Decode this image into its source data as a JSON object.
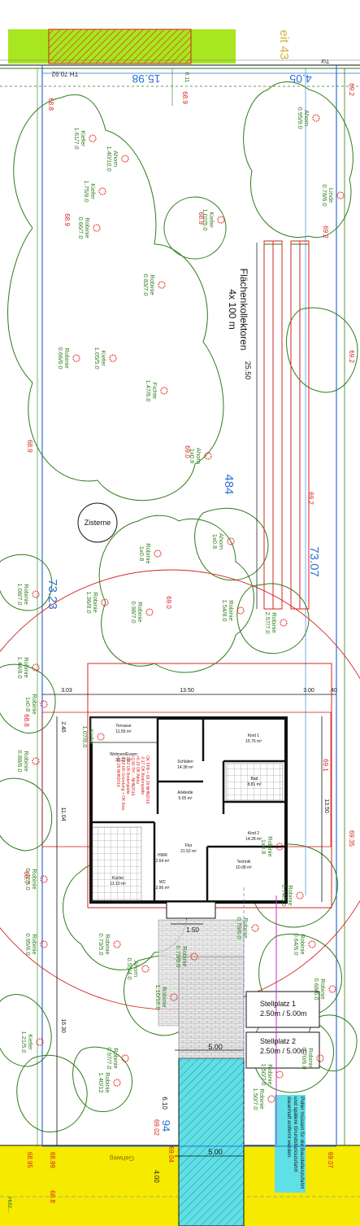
{
  "plan": {
    "top_labels": {
      "tm_label": "TH 70.92",
      "dist_left": "15.98",
      "dist_right": "4.05",
      "corner_text": "eit 43",
      "corner_num": "0.11",
      "top_mark": "Tür"
    },
    "collector": {
      "title": "Flächenkollektoren",
      "subtitle": "4x 100 m",
      "dim": "25.50"
    },
    "dims": {
      "d484": "484",
      "d7307": "73.07",
      "d7323": "73.23",
      "d303": "3.03",
      "d1350_top": "13.50",
      "d300": "3.00",
      "d40": ".40",
      "d246": "2.46",
      "d1104": "11.04",
      "d1350_side": "13.50",
      "d150": "1.50",
      "d1630": "16.30",
      "d500_a": "5.00",
      "d500_b": "5.00",
      "d610": "6.10",
      "d400": "4.00",
      "d6935": "69.35",
      "d6904": "69.04"
    },
    "levels": [
      "69.2",
      "68.8",
      "68.9",
      "69.0",
      "68.9",
      "68.9",
      "68.9",
      "69.2",
      "69.2",
      "69.1",
      "69.2",
      "68.7",
      "68.8",
      "69.0",
      "68.95",
      "68.99",
      "69.07",
      "68.8",
      "69.02"
    ],
    "cistern": "Zisterne",
    "trees": [
      {
        "name": "Ahorn",
        "spec": "0.95/9.0"
      },
      {
        "name": "Ahorn",
        "spec": "1.40/10.0"
      },
      {
        "name": "Kiefer",
        "spec": "1.61/7.0"
      },
      {
        "name": "Kiefer",
        "spec": "1.75/8.0"
      },
      {
        "name": "Kiefer",
        "spec": "1.02/5.0"
      },
      {
        "name": "Linde",
        "spec": "0.78/6.0"
      },
      {
        "name": "Robinie",
        "spec": "0.66/7.0"
      },
      {
        "name": "Robinie",
        "spec": "0.83/7.0"
      },
      {
        "name": "Robinie",
        "spec": "0.66/6.0"
      },
      {
        "name": "Kiefer",
        "spec": "1.05/5.0"
      },
      {
        "name": "Fichte",
        "spec": "1.47/6.0"
      },
      {
        "name": "Ahorn",
        "spec": "1x0.8"
      },
      {
        "name": "Robinie",
        "spec": "1x0.8"
      },
      {
        "name": "Ahorn",
        "spec": "1x0.8"
      },
      {
        "name": "Robinie",
        "spec": "1.08/7.0"
      },
      {
        "name": "Robinie",
        "spec": "1.36/8.0"
      },
      {
        "name": "Robinie",
        "spec": "0.98/7.0"
      },
      {
        "name": "Robinie",
        "spec": "1.54/8.0"
      },
      {
        "name": "Robinie",
        "spec": "2.57/7.0"
      },
      {
        "name": "Robinie",
        "spec": "1.44/8.0"
      },
      {
        "name": "Robinie",
        "spec": "1x0.8"
      },
      {
        "name": "Robinie",
        "spec": "0.88/6.0"
      },
      {
        "name": "Kiefer",
        "spec": "1.07/6.0"
      },
      {
        "name": "Robinie",
        "spec": "0.72/5.0"
      },
      {
        "name": "Robinie",
        "spec": "0.95/6.0"
      },
      {
        "name": "Robinie",
        "spec": "0.73/5.0"
      },
      {
        "name": "Ahorn",
        "spec": "0.55/4.0"
      },
      {
        "name": "Robinie",
        "spec": "1.10/10.0"
      },
      {
        "name": "Robinie",
        "spec": "0.78/5.0"
      },
      {
        "name": "Robinie",
        "spec": "0.64/6.0"
      },
      {
        "name": "Robinie",
        "spec": "0.74/5.0"
      },
      {
        "name": "Robinie",
        "spec": "0.68/6.0"
      },
      {
        "name": "Robinie",
        "spec": "1.40/12"
      },
      {
        "name": "Kiefer",
        "spec": "1.21/5.0"
      },
      {
        "name": "Robinie",
        "spec": "0.97/7.0"
      },
      {
        "name": "Robinie",
        "spec": "1x0.8"
      },
      {
        "name": "Robinie",
        "spec": "0.78/6.0"
      },
      {
        "name": "Robinie",
        "spec": "0.70/6.0"
      },
      {
        "name": "Robinie",
        "spec": "1.50/7.0"
      },
      {
        "name": "Robinie",
        "spec": "1.50/7.0"
      }
    ],
    "rooms": [
      {
        "name": "Terrasse",
        "area": "11.59 m²"
      },
      {
        "name": "Wohnen/Essen",
        "area": "30.22 m²"
      },
      {
        "name": "Schlafen",
        "area": "14.38 m²"
      },
      {
        "name": "Kind 1",
        "area": "15.76 m²"
      },
      {
        "name": "Bad",
        "area": "8.81 m²"
      },
      {
        "name": "Ankleide",
        "area": "5.05 m²"
      },
      {
        "name": "Flur",
        "area": "21.52 m²"
      },
      {
        "name": "Kind 2",
        "area": "14.28 m²"
      },
      {
        "name": "Küche",
        "area": "13.10 m²"
      },
      {
        "name": "HWR",
        "area": "2.64 m²"
      },
      {
        "name": "WC",
        "area": "2.96 m²"
      },
      {
        "name": "Technik",
        "area": "10.08 m²"
      }
    ],
    "house_notes": [
      "OK FFB = 69.29 NHN2016",
      "-0.17 OK Bodenplatte",
      "+5.15 OK Attika",
      "+0.90 TH ... NHN2016",
      "-0.42 UK Bodenplatte",
      "-0.40 UK Gründung + OK Kies",
      "+69.29 NHN2016"
    ],
    "parking": [
      {
        "label": "Stellplatz 1",
        "size": "2.50m / 5.00m"
      },
      {
        "label": "Stellplatz 2",
        "size": "2.50m / 5.00m"
      }
    ],
    "note": "Poller müssen für die Baustellenzufahrt und spätere Grundstückszufahrt dauerhaft entfernt werden.",
    "road": "Gehweg",
    "road_bottom": "Holz...",
    "bottom_label": "94",
    "colors": {
      "green_line": "#2e7d1a",
      "blue_line": "#2c6fd6",
      "red_line": "#d6241f",
      "tree_mark": "#e0201a",
      "yellow": "#f5ea00",
      "lime": "#a8e61f",
      "cyan": "#5ee0e6",
      "magenta": "#c62ec6"
    }
  }
}
